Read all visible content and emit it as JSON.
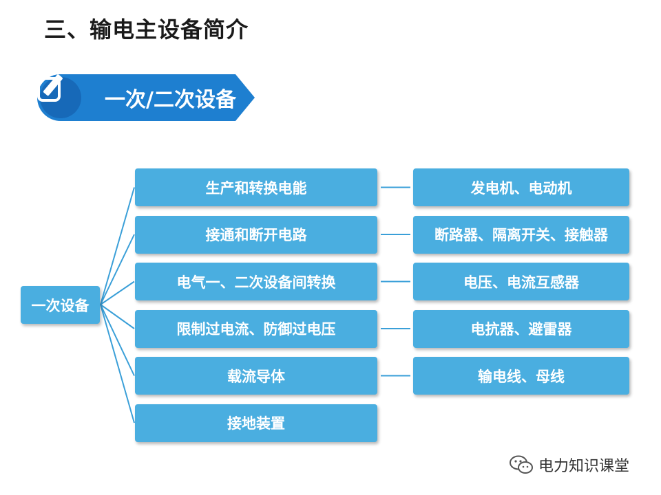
{
  "title": "三、输电主设备简介",
  "banner": {
    "label": "一次/二次设备",
    "icon": "edit-icon",
    "color": "#1e7fd0"
  },
  "root": {
    "label": "一次设备"
  },
  "functions": [
    {
      "label": "生产和转换电能"
    },
    {
      "label": "接通和断开电路"
    },
    {
      "label": "电气一、二次设备间转换"
    },
    {
      "label": "限制过电流、防御过电压"
    },
    {
      "label": "载流导体"
    },
    {
      "label": "接地装置"
    }
  ],
  "equipment": [
    {
      "label": "发电机、电动机"
    },
    {
      "label": "断路器、隔离开关、接触器"
    },
    {
      "label": "电压、电流互感器"
    },
    {
      "label": "电抗器、避雷器"
    },
    {
      "label": "输电线、母线"
    }
  ],
  "watermark": {
    "label": "电力知识课堂",
    "icon": "wechat-icon"
  },
  "colors": {
    "box": "#4aaee0",
    "connector": "#3a9fd8"
  }
}
